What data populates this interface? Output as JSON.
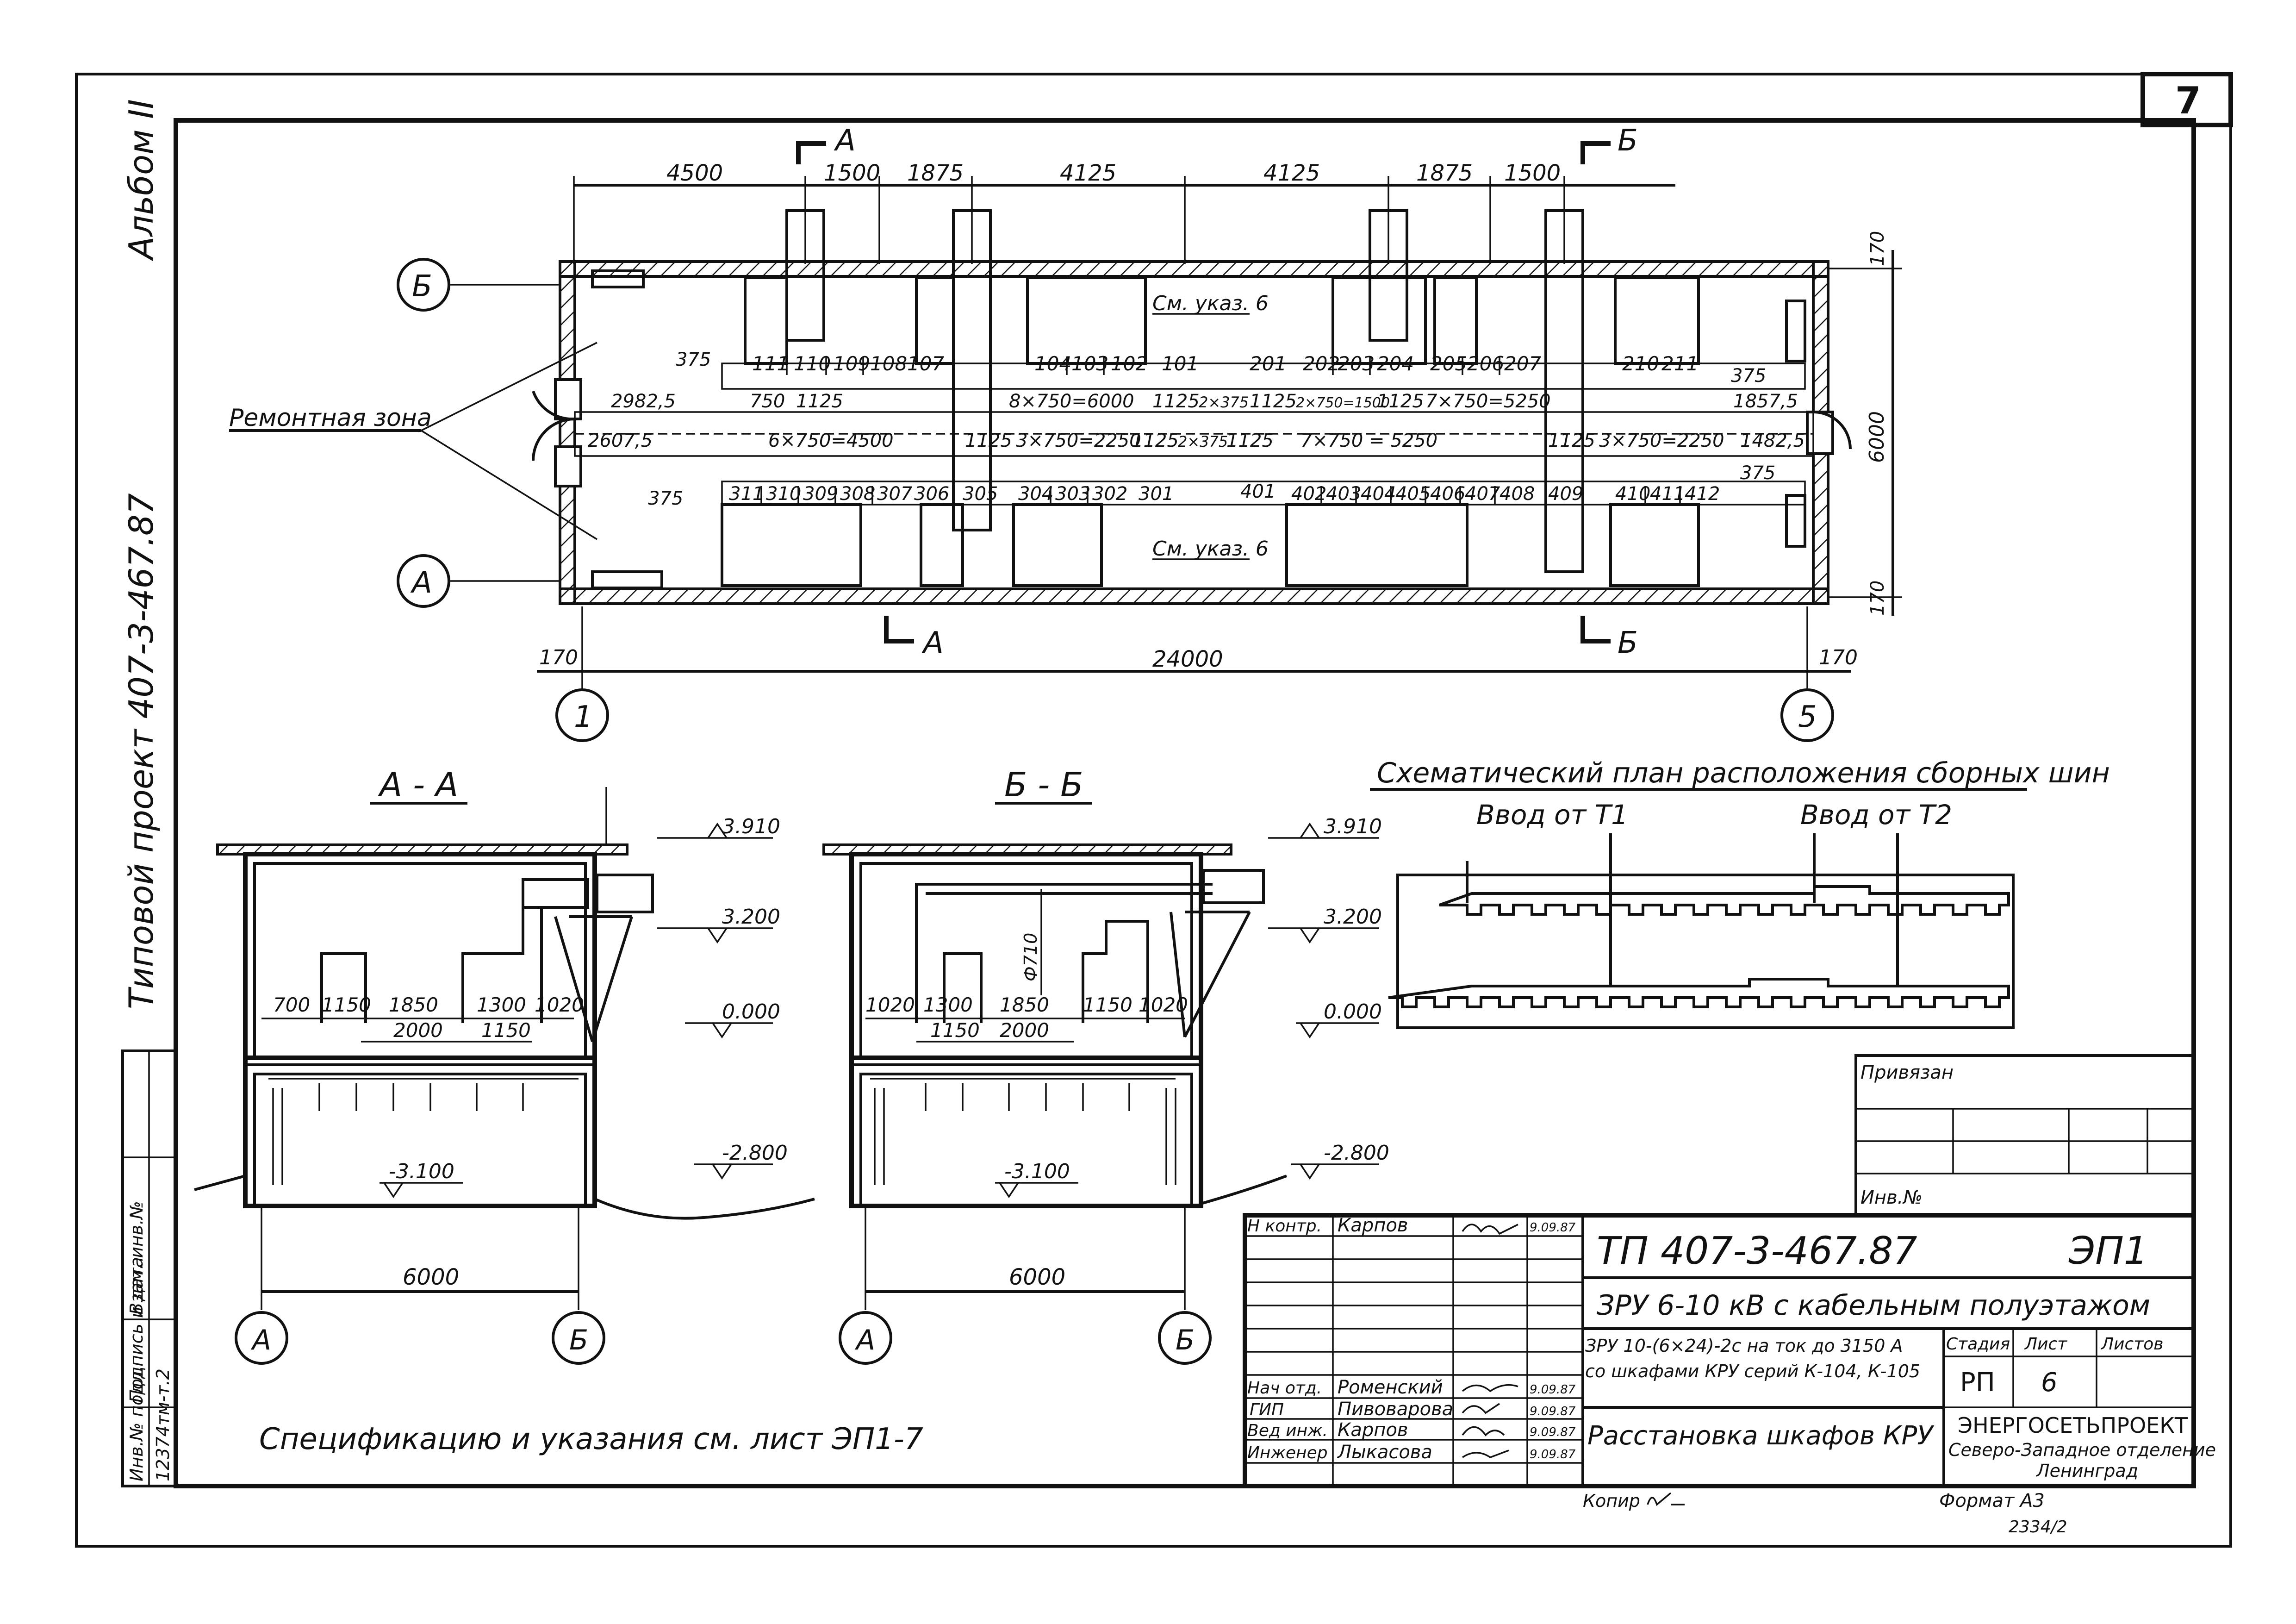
{
  "sheet": {
    "number": "7",
    "album": "Альбом II",
    "project_side": "Типовой проект 407-3-467.87"
  },
  "plan": {
    "section_marks": {
      "a_top": "А",
      "b_top": "Б",
      "a_bottom": "А",
      "b_bottom": "Б"
    },
    "axes": {
      "row_b": "Б",
      "row_a": "А",
      "col_1": "1",
      "col_5": "5"
    },
    "top_dims": [
      "4500",
      "1500",
      "1875",
      "4125",
      "4125",
      "1875",
      "1500"
    ],
    "right_dims": [
      "170",
      "6000",
      "170"
    ],
    "bottom_dims": {
      "left": "170",
      "total": "24000",
      "right": "170"
    },
    "repair_zone": "Ремонтная зона",
    "note_top": "См. указ. 6",
    "note_bottom": "См. указ. 6",
    "upper_cabinets_left": [
      "111",
      "110",
      "109",
      "108",
      "107"
    ],
    "upper_cabinets_mid1": [
      "104",
      "103",
      "102",
      "101"
    ],
    "upper_cabinets_mid2": [
      "201",
      "202",
      "203",
      "204",
      "205",
      "206",
      "207"
    ],
    "upper_cabinets_right": [
      "210",
      "211"
    ],
    "lower_cabinets_left": [
      "311",
      "310",
      "309",
      "308",
      "307",
      "306",
      "305"
    ],
    "lower_cabinets_mid": [
      "304",
      "303",
      "302",
      "301",
      "401"
    ],
    "lower_cabinets_right": [
      "402",
      "403",
      "404",
      "405",
      "406",
      "407",
      "408",
      "409",
      "410",
      "411",
      "412"
    ],
    "row1_dims": [
      "375",
      "2982,5",
      "750",
      "1125",
      "8×750=6000",
      "1125",
      "2×375",
      "1125",
      "2×750=1500",
      "1125",
      "7×750=5250",
      "375",
      "1857,5"
    ],
    "row2_dims": [
      "2607,5",
      "6×750=4500",
      "1125",
      "3×750=2250",
      "1125",
      "2×375",
      "1125",
      "7×750 = 5250",
      "1125",
      "3×750=2250",
      "1482,5",
      "375",
      "375"
    ]
  },
  "section_aa": {
    "title": "А - А",
    "levels": [
      "3.910",
      "3.200",
      "0.000",
      "-2.800",
      "-3.100"
    ],
    "dims_top": [
      "700",
      "1150",
      "1850",
      "1300",
      "1020"
    ],
    "dims_bottom": [
      "2000",
      "1150"
    ],
    "width": "6000",
    "axis_left": "А",
    "axis_right": "Б"
  },
  "section_bb": {
    "title": "Б - Б",
    "levels": [
      "3.910",
      "3.200",
      "0.000",
      "-2.800",
      "-3.100"
    ],
    "dims_top": [
      "1020",
      "1300",
      "1850",
      "1150",
      "1020"
    ],
    "dims_bottom": [
      "1150",
      "2000"
    ],
    "pipe": "Ф710",
    "width": "6000",
    "axis_left": "А",
    "axis_right": "Б"
  },
  "busbar": {
    "title": "Схематический план расположения сборных шин",
    "input1": "Ввод от Т1",
    "input2": "Ввод от Т2"
  },
  "stamp": {
    "privyazan": "Привязан",
    "inv_no": "Инв.№",
    "code": "ТП 407-3-467.87",
    "mark": "ЭП1",
    "title1": "ЗРУ 6-10 кВ с кабельным полуэтажом",
    "desc1": "ЗРУ 10-(6×24)-2с на ток до 3150 А",
    "desc2": "со шкафами КРУ серий К-104, К-105",
    "desc3": "Расстановка шкафов КРУ",
    "stage_label": "Стадия",
    "sheet_label": "Лист",
    "sheets_label": "Листов",
    "stage": "РП",
    "sheet_no": "6",
    "org1": "ЭНЕРГОСЕТЬПРОЕКТ",
    "org2": "Северо-Западное отделение",
    "org3": "Ленинград",
    "roles": [
      "Н контр.",
      "Нач отд.",
      "ГИП",
      "Вед инж.",
      "Инженер"
    ],
    "names": [
      "Карпов",
      "Роменский",
      "Пивоварова",
      "Карпов",
      "Лыкасова"
    ],
    "dates": [
      "9.09.87",
      "9.09.87",
      "9.09.87",
      "9.09.87",
      "9.09.87"
    ]
  },
  "left_strip": [
    "Инв.№ подл.",
    "Подпись и дата",
    "Взам. инв.№",
    "12374тм-т.2"
  ],
  "footer": {
    "spec_note": "Спецификацию и указания см. лист ЭП1-7",
    "copied": "Копир",
    "format": "Формат А3",
    "number": "2334/2"
  }
}
